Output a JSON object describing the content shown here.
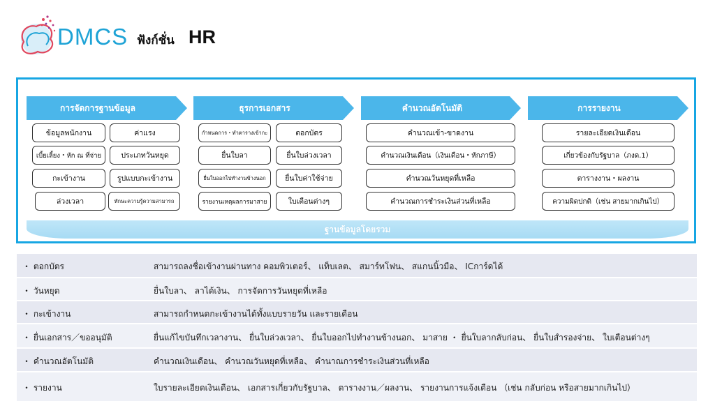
{
  "header": {
    "brand": "DMCS",
    "function_label": "ฟังก์ชั่น",
    "title": "HR"
  },
  "colors": {
    "accent": "#17a6e3",
    "header_arrow": "#4bb6ea",
    "base_band": "#bfe6f8"
  },
  "columns": [
    {
      "title": "การจัดการฐานข้อมูล",
      "items": [
        "ข้อมูลพนักงาน",
        "ค่าแรง",
        "เบี้ยเลี้ยง・หัก ณ ที่จ่าย",
        "ประเภทวันหยุด",
        "กะเข้างาน",
        "รูปแบบกะเข้างาน",
        "ล่วงเวลา",
        "ทักษะความรู้ความสามารถ"
      ]
    },
    {
      "title": "ธุรการเอกสาร",
      "items": [
        "กำหนดการ・ทำตารางเข้ากะ",
        "ตอกบัตร",
        "ยื่นใบลา",
        "ยื่นใบล่วงเวลา",
        "ยื่นใบออกไปทำงานข้างนอก",
        "ยื่นใบค่าใช้จ่าย",
        "รายงานเหตุผลการมาสาย",
        "ใบเตือนต่างๆ"
      ]
    },
    {
      "title": "คำนวณอัตโนมัติ",
      "items": [
        "คำนวณเข้า-ขาดงาน",
        "คำนวณเงินเดือน（เงินเดือน・หักภาษี）",
        "คำนวณวันหยุดที่เหลือ",
        "คำนวณการชำระเงินส่วนที่เหลือ"
      ]
    },
    {
      "title": "การรายงาน",
      "items": [
        "รายละเอียดเงินเดือน",
        "เกี่ยวข้องกับรัฐบาล（ภงด.1）",
        "ตารางงาน・ผลงาน",
        "ความผิดปกติ（เช่น สายมากเกินไป）"
      ]
    }
  ],
  "base_label": "ฐานข้อมูลโดยรวม",
  "table": [
    {
      "key": "・ ตอกบัตร",
      "value": "สามารถลงชื่อเข้างานผ่านทาง คอมพิวเตอร์、 แท็บเลต、 สมาร์ทโฟน、 สแกนนิ้วมือ、 ICการ์ดได้"
    },
    {
      "key": "・ วันหยุด",
      "value": "ยื่นใบลา、 ลาได้เงิน、 การจัดการวันหยุดที่เหลือ"
    },
    {
      "key": "・ กะเข้างาน",
      "value": "สามารถกำหนดกะเข้างานได้ทั้งแบบรายวัน และรายเดือน"
    },
    {
      "key": "・ ยื่นเอกสาร／ขออนุมัติ",
      "value": "ยื่นแก้ไขบันทึกเวลางาน、 ยื่นใบล่วงเวลา、 ยื่นใบออกไปทำงานข้างนอก、 มาสาย ・ ยื่นใบลากลับก่อน、 ยื่นใบสำรองจ่าย、 ใบเตือนต่างๆ"
    },
    {
      "key": "・ คำนวณอัตโนมัติ",
      "value": "คำนวณเงินเดือน、 คำนวณวันหยุดที่เหลือ、 คำนาณการชำระเงินส่วนที่เหลือ"
    },
    {
      "key": "・ รายงาน",
      "value": "ใบรายละเอียดเงินเดือน、 เอกสารเกี่ยวกับรัฐบาล、 ตารางงาน／ผลงาน、 รายงานการแจ้งเตือน （เช่น กลับก่อน หรือสายมากเกินไป）"
    }
  ]
}
